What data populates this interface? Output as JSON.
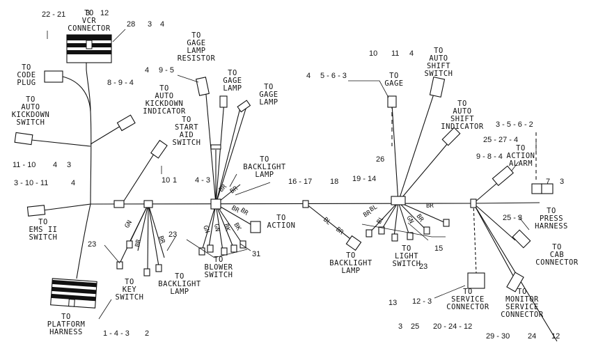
{
  "labels": {
    "vcr": [
      "TO",
      "VCR",
      "CONNECTOR"
    ],
    "gage_resistor": [
      "TO",
      "GAGE",
      "LAMP",
      "RESISTOR"
    ],
    "gage_lamp1": [
      "TO",
      "GAGE",
      "LAMP"
    ],
    "gage_lamp2": [
      "TO",
      "GAGE",
      "LAMP"
    ],
    "code_plug": [
      "TO",
      "CODE",
      "PLUG"
    ],
    "auto_kickdown_switch": [
      "TO",
      "AUTO",
      "KICKDOWN",
      "SWITCH"
    ],
    "auto_kickdown_indicator": [
      "TO",
      "AUTO",
      "KICKDOWN",
      "INDICATOR"
    ],
    "start_aid": [
      "TO",
      "START",
      "AID",
      "SWITCH"
    ],
    "gage": [
      "TO",
      "GAGE"
    ],
    "auto_shift_switch": [
      "TO",
      "AUTO",
      "SHIFT",
      "SWITCH"
    ],
    "auto_shift_indicator": [
      "TO",
      "AUTO",
      "SHIFT",
      "INDICATOR"
    ],
    "action_alarm": [
      "TO",
      "ACTION",
      "ALARM"
    ],
    "ems": [
      "TO",
      "EMS II",
      "SWITCH"
    ],
    "backlight_lamp_top": [
      "TO",
      "BACKLIGHT",
      "LAMP"
    ],
    "action": [
      "TO",
      "ACTION"
    ],
    "press_harness": [
      "TO",
      "PRESS",
      "HARNESS"
    ],
    "cab_connector": [
      "TO",
      "CAB",
      "CONNECTOR"
    ],
    "backlight_lamp_mid": [
      "TO",
      "BACKLIGHT",
      "LAMP"
    ],
    "light_switch": [
      "TO",
      "LIGHT",
      "SWITCH"
    ],
    "key_switch": [
      "TO",
      "KEY",
      "SWITCH"
    ],
    "backlight_lamp_low": [
      "TO",
      "BACKLIGHT",
      "LAMP"
    ],
    "blower_switch": [
      "TO",
      "BLOWER",
      "SWITCH"
    ],
    "service_connector": [
      "TO",
      "SERVICE",
      "CONNECTOR"
    ],
    "monitor_service": [
      "TO",
      "MONITOR",
      "SERVICE",
      "CONNECTOR"
    ],
    "platform_harness": [
      "TO",
      "PLATFORM",
      "HARNESS"
    ]
  },
  "numbers": {
    "n1": "22 - 21",
    "n2": "3",
    "n3": "12",
    "n4": "28",
    "n5": "3",
    "n6": "4",
    "n7": "4",
    "n8": "9 - 5",
    "n9": "8 - 9 - 4",
    "n10": "10",
    "n11": "11",
    "n12": "4",
    "n13": "4",
    "n14": "5 - 6 - 3",
    "n15": "3 - 5 - 6 - 2",
    "n16": "25 - 27 - 4",
    "n17": "9 - 8 - 4",
    "n18": "11 - 10",
    "n19": "4",
    "n20": "3",
    "n21": "3 - 10 - 11",
    "n22": "4",
    "n23": "10",
    "n24": "1",
    "n25": "4 - 3",
    "n26": "16 - 17",
    "n27": "18",
    "n28": "19 - 14",
    "n29": "26",
    "n30": "7",
    "n31": "3",
    "n32": "25 - 3",
    "n33": "23",
    "n34": "23",
    "n35": "31",
    "n36": "15",
    "n37": "23",
    "n38": "13",
    "n39": "12 - 3",
    "n40": "1 - 4 - 3",
    "n41": "2",
    "n42": "3",
    "n43": "25",
    "n44": "20 - 24 - 12",
    "n45": "29 - 30",
    "n46": "24",
    "n47": "12"
  },
  "wire_codes": [
    "BR",
    "BR",
    "BR",
    "BR",
    "GN",
    "GN",
    "BK",
    "BK",
    "BL",
    "BR",
    "BL",
    "BR",
    "BL",
    "GN",
    "BR",
    "GN",
    "BR",
    "BR",
    "BR"
  ]
}
